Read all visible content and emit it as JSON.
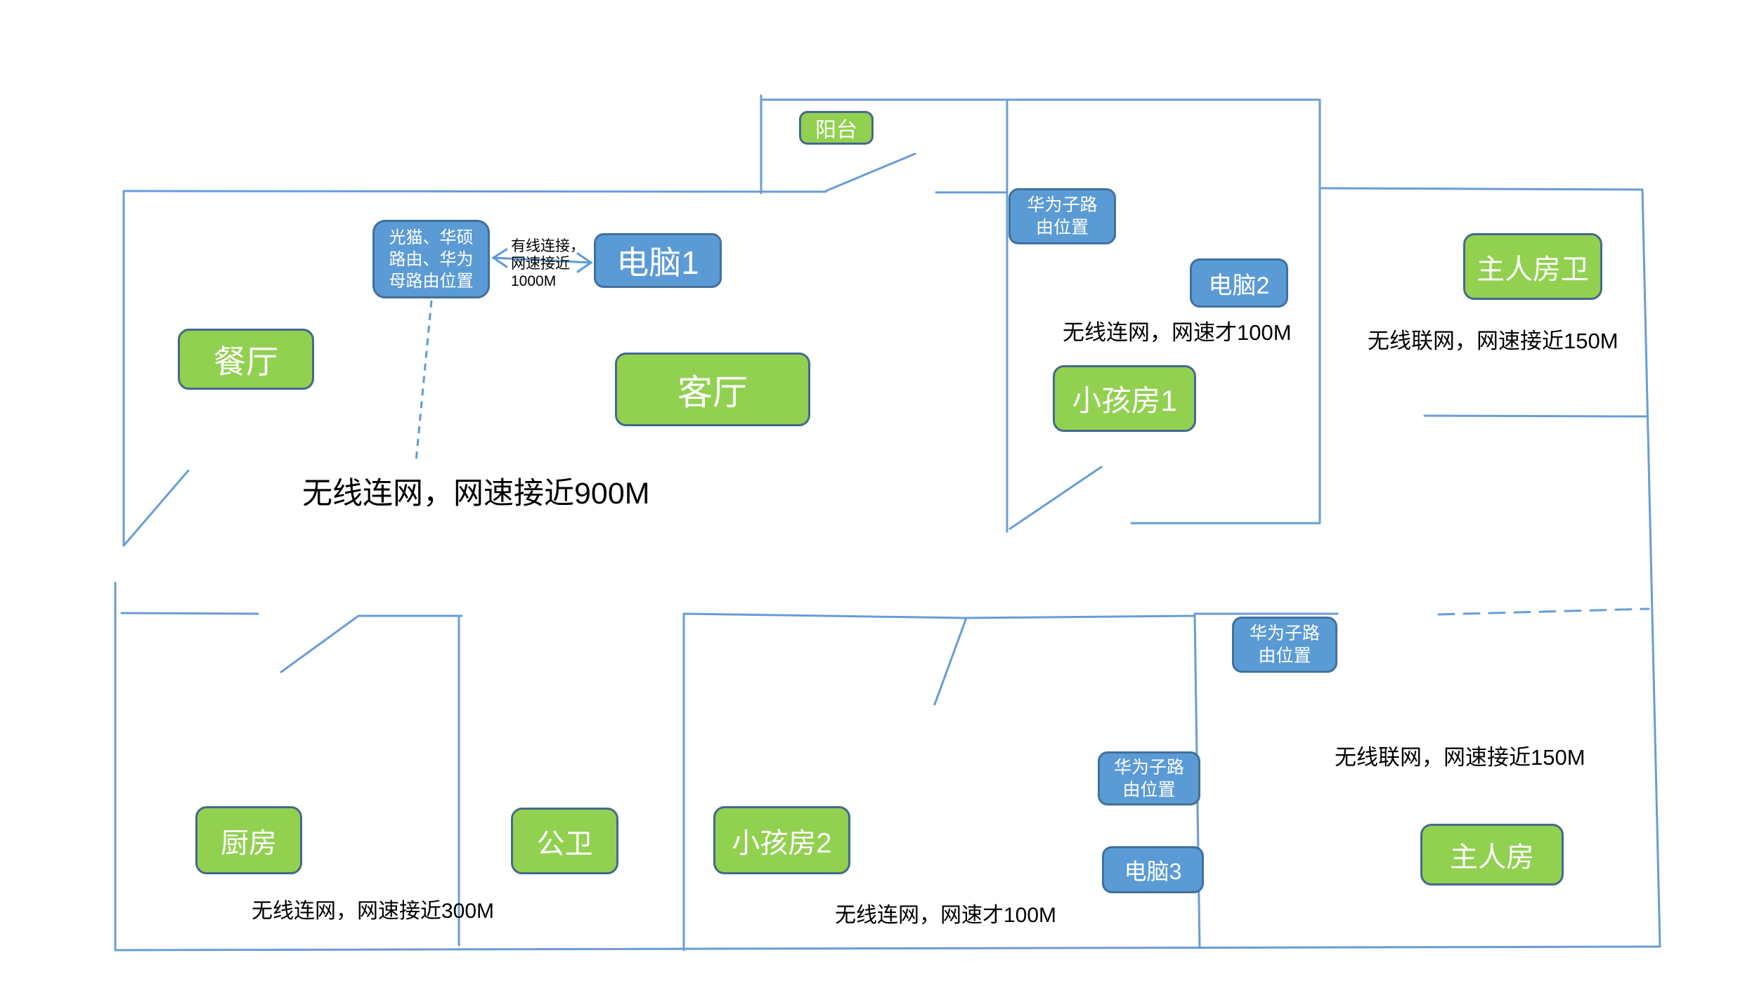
{
  "colors": {
    "room_fill": "#92d050",
    "room_border": "#44698f",
    "device_fill": "#5b9bd5",
    "device_border": "#41719c",
    "wall_line": "#689dd6",
    "annotation_text": "#000000",
    "background": "#ffffff"
  },
  "rooms": [
    {
      "id": "balcony",
      "label": "阳台"
    },
    {
      "id": "dining",
      "label": "餐厅"
    },
    {
      "id": "living",
      "label": "客厅"
    },
    {
      "id": "kids1",
      "label": "小孩房1"
    },
    {
      "id": "master-bath",
      "label": "主人房卫"
    },
    {
      "id": "kitchen",
      "label": "厨房"
    },
    {
      "id": "public-bath",
      "label": "公卫"
    },
    {
      "id": "kids2",
      "label": "小孩房2"
    },
    {
      "id": "master",
      "label": "主人房"
    }
  ],
  "devices": [
    {
      "id": "main-router",
      "lines": [
        "光猫、华硕",
        "路由、华为",
        "母路由位置"
      ]
    },
    {
      "id": "pc1",
      "label": "电脑1"
    },
    {
      "id": "sub-router-top",
      "lines": [
        "华为子路",
        "由位置"
      ]
    },
    {
      "id": "pc2",
      "label": "电脑2"
    },
    {
      "id": "sub-router-mid",
      "lines": [
        "华为子路",
        "由位置"
      ]
    },
    {
      "id": "sub-router-bottom",
      "lines": [
        "华为子路",
        "由位置"
      ]
    },
    {
      "id": "pc3",
      "label": "电脑3"
    }
  ],
  "annotations": {
    "wired_lines": [
      "有线连接，",
      "网速接近",
      "1000M"
    ],
    "wifi_living": "无线连网，网速接近900M",
    "wifi_kids1": "无线连网，网速才100M",
    "wifi_master_bath": "无线联网，网速接近150M",
    "wifi_master": "无线联网，网速接近150M",
    "wifi_kitchen": "无线连网，网速接近300M",
    "wifi_kids2": "无线连网，网速才100M"
  }
}
